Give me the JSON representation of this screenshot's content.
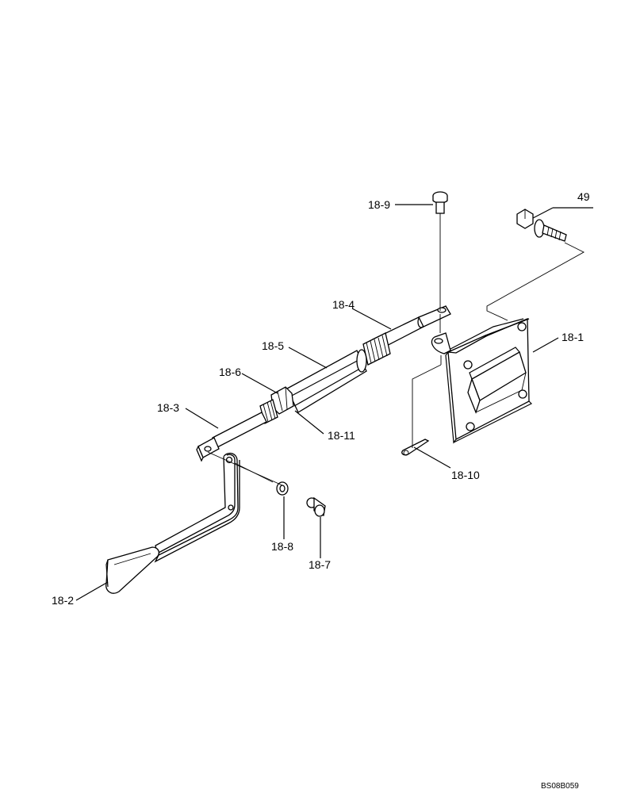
{
  "diagram": {
    "labels": {
      "p18_1": "18-1",
      "p18_2": "18-2",
      "p18_3": "18-3",
      "p18_4": "18-4",
      "p18_5": "18-5",
      "p18_6": "18-6",
      "p18_7": "18-7",
      "p18_8": "18-8",
      "p18_9": "18-9",
      "p18_10": "18-10",
      "p18_11": "18-11",
      "p49": "49"
    },
    "drawing_code": "BS08B059"
  }
}
